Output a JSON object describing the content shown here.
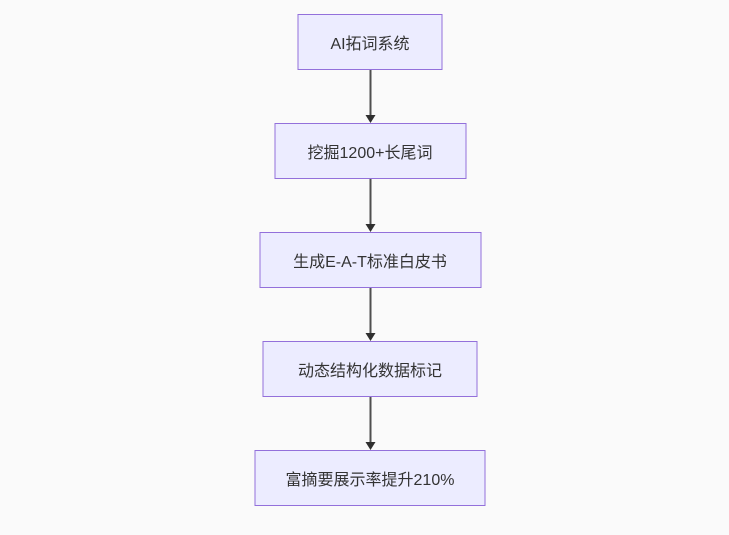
{
  "diagram": {
    "type": "flowchart",
    "direction": "top-down",
    "nodes": [
      {
        "id": "n1",
        "label": "AI拓词系统"
      },
      {
        "id": "n2",
        "label": "挖掘1200+长尾词"
      },
      {
        "id": "n3",
        "label": "生成E-A-T标准白皮书"
      },
      {
        "id": "n4",
        "label": "动态结构化数据标记"
      },
      {
        "id": "n5",
        "label": "富摘要展示率提升210%"
      }
    ],
    "edges": [
      {
        "from": "n1",
        "to": "n2"
      },
      {
        "from": "n2",
        "to": "n3"
      },
      {
        "from": "n3",
        "to": "n4"
      },
      {
        "from": "n4",
        "to": "n5"
      }
    ],
    "colors": {
      "background": "#fafafa",
      "node_fill": "#ECECFF",
      "node_border": "#9370DB",
      "text": "#333333",
      "edge_line": "#4f4f4f",
      "edge_head": "#2f2f2f"
    }
  }
}
